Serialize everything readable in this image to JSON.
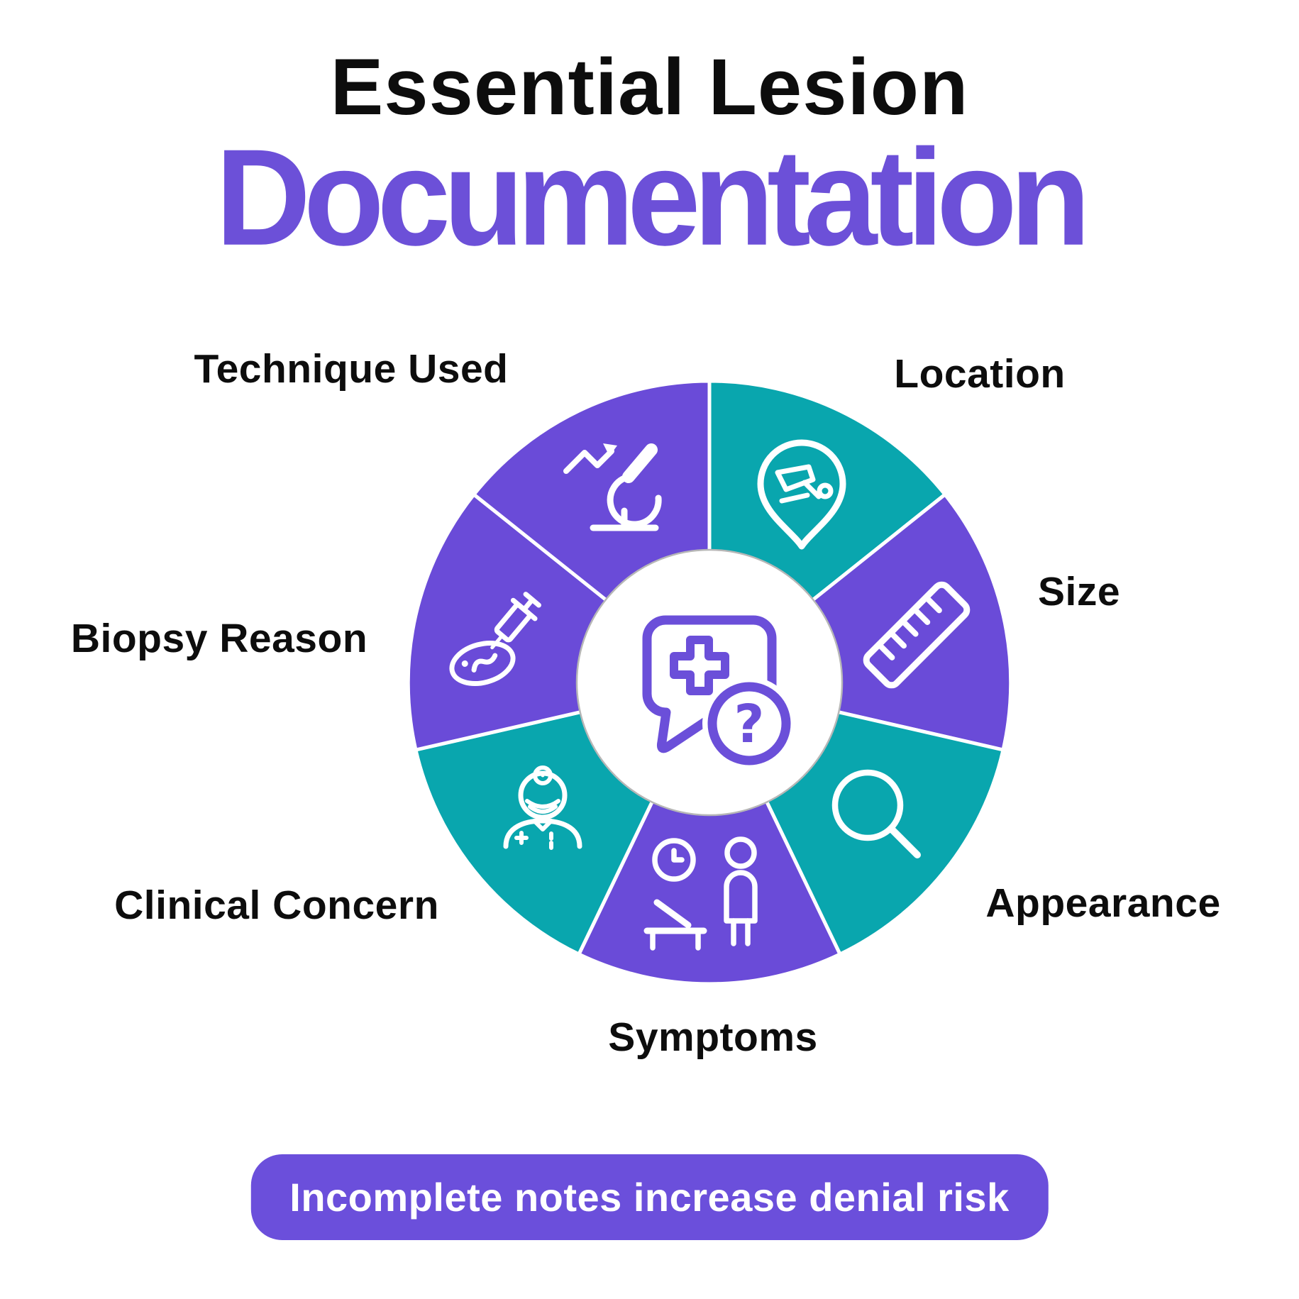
{
  "title": {
    "line1": "Essential Lesion",
    "line2": "Documentation"
  },
  "colors": {
    "purple_segment": "#6A4BD8",
    "teal_segment": "#09A6AE",
    "title_purple": "#6C50D8",
    "banner_purple": "#6B4FDB",
    "icon_purple": "#6B4FD9",
    "text_black": "#0d0d0d",
    "icon_white": "#ffffff",
    "inner_circle_border": "#b7b7b7"
  },
  "wheel": {
    "center_icon": "medical-chat-question",
    "center_question_mark": "?",
    "segments": [
      {
        "label": "Location",
        "icon": "location-pin-shave-icon",
        "color": "teal"
      },
      {
        "label": "Size",
        "icon": "ruler-icon",
        "color": "purple"
      },
      {
        "label": "Appearance",
        "icon": "magnifier-icon",
        "color": "teal"
      },
      {
        "label": "Symptoms",
        "icon": "clock-patient-icon",
        "color": "purple"
      },
      {
        "label": "Clinical Concern",
        "icon": "doctor-icon",
        "color": "teal"
      },
      {
        "label": "Biopsy Reason",
        "icon": "syringe-petri-dish-icon",
        "color": "purple"
      },
      {
        "label": "Technique Used",
        "icon": "microscope-trend-arrow-icon",
        "color": "purple"
      }
    ]
  },
  "footer": {
    "text": "Incomplete notes increase denial risk"
  }
}
